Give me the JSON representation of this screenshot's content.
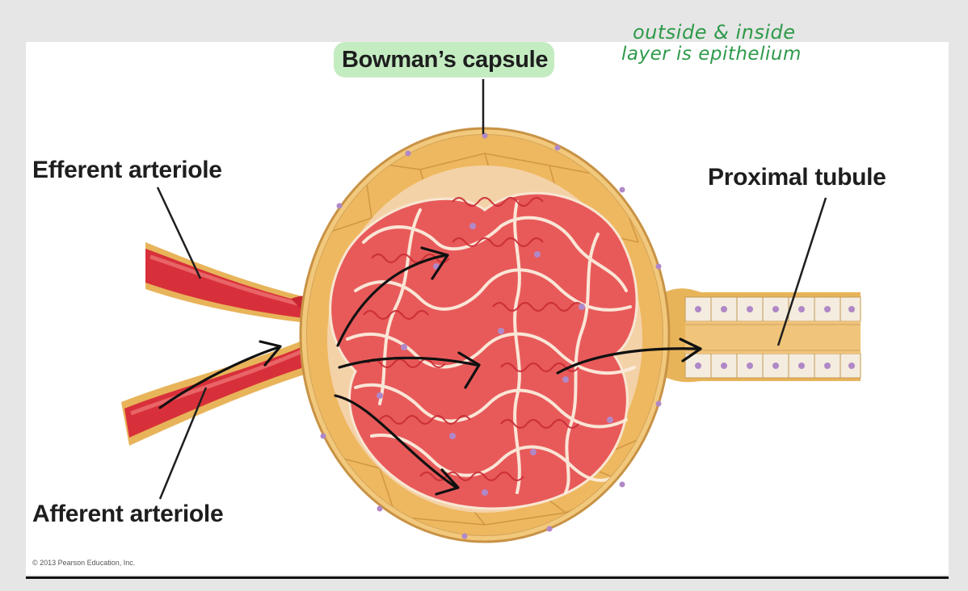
{
  "diagram": {
    "labels": {
      "bowmans_capsule": "Bowman’s capsule",
      "efferent_arteriole": "Efferent arteriole",
      "proximal_tubule": "Proximal tubule",
      "afferent_arteriole": "Afferent arteriole"
    },
    "handwritten_note": {
      "line1": "outside & inside",
      "line2": "layer is epithelium"
    },
    "credit": "© 2013 Pearson Education, Inc."
  },
  "colors": {
    "label_highlight": "#c4ecc1",
    "note_ink": "#2e9a4a",
    "vessel": "#d8303a",
    "capsule_tissue": "#e8b45a",
    "capillary": "#e85a5a",
    "nucleus": "#b088c8"
  }
}
